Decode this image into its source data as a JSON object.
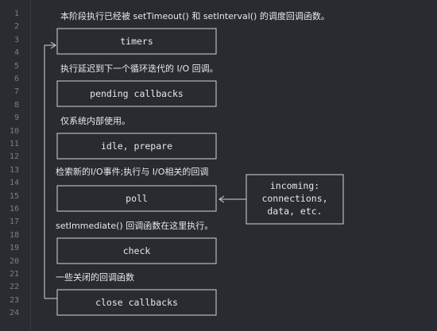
{
  "line_numbers": [
    "1",
    "2",
    "3",
    "4",
    "5",
    "6",
    "7",
    "8",
    "9",
    "10",
    "11",
    "12",
    "13",
    "14",
    "15",
    "16",
    "17",
    "18",
    "19",
    "20",
    "21",
    "22",
    "23",
    "24"
  ],
  "header_text": "本阶段执行已经被 setTimeout() 和 setInterval() 的调度回调函数。",
  "phases": {
    "timers": "timers",
    "pending": "pending callbacks",
    "idle": "idle, prepare",
    "poll": "poll",
    "check": "check",
    "close": "close callbacks"
  },
  "notes": {
    "pending": "执行延迟到下一个循环迭代的 I/O 回调。",
    "idle": "仅系统内部使用。",
    "poll": "检索新的I/O事件;执行与 I/O相关的回调",
    "check": "setImmediate() 回调函数在这里执行。",
    "close": "一些关闭的回调函数"
  },
  "incoming": {
    "line1": "incoming:",
    "line2": "connections,",
    "line3": "data, etc."
  },
  "colors": {
    "background": "#2a2b30",
    "text": "#e8e8ea",
    "line_number": "#7d7f86"
  }
}
